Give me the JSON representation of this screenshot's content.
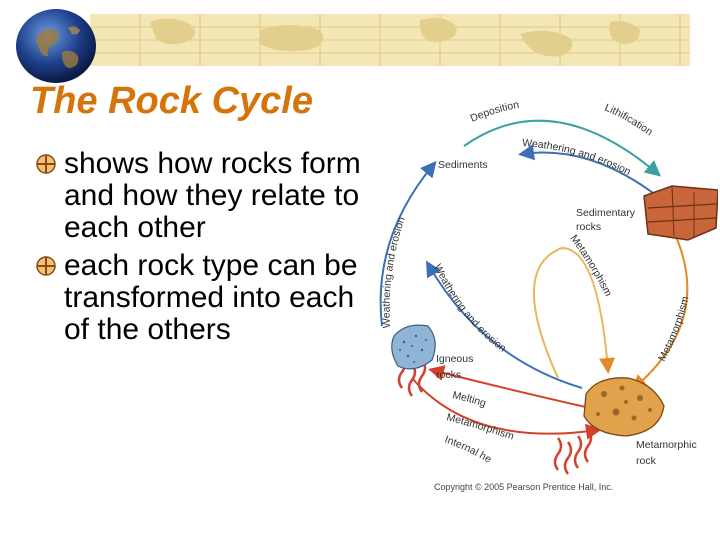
{
  "slide": {
    "title": "The Rock Cycle",
    "bullets": [
      "shows how rocks form and how they relate to each other",
      "each rock type can be transformed into each of the others"
    ]
  },
  "diagram": {
    "labels": {
      "deposition": "Deposition",
      "lithification": "Lithification",
      "sediments": "Sediments",
      "weathering_top": "Weathering and erosion",
      "sedimentary": "Sedimentary",
      "rocks": "rocks",
      "weathering_left": "Weathering and erosion",
      "weathering_mid": "Weathering and erosion",
      "metamorphism_mid": "Metamorphism",
      "metamorphism_right": "Metamorphism",
      "igneous": "Igneous",
      "igneous_rocks": "rocks",
      "melting": "Melting",
      "metamorphism_bottom": "Metamorphism",
      "internal_heat": "Internal heat",
      "metamorphic": "Metamorphic",
      "metamorphic_rock": "rock",
      "copyright": "Copyright © 2005 Pearson Prentice Hall, Inc."
    },
    "colors": {
      "teal": "#3aa3a0",
      "blue": "#3d6fb6",
      "red": "#d2412a",
      "orange": "#e08a2a",
      "yellow": "#e6b85a",
      "title": "#d4740a"
    }
  }
}
